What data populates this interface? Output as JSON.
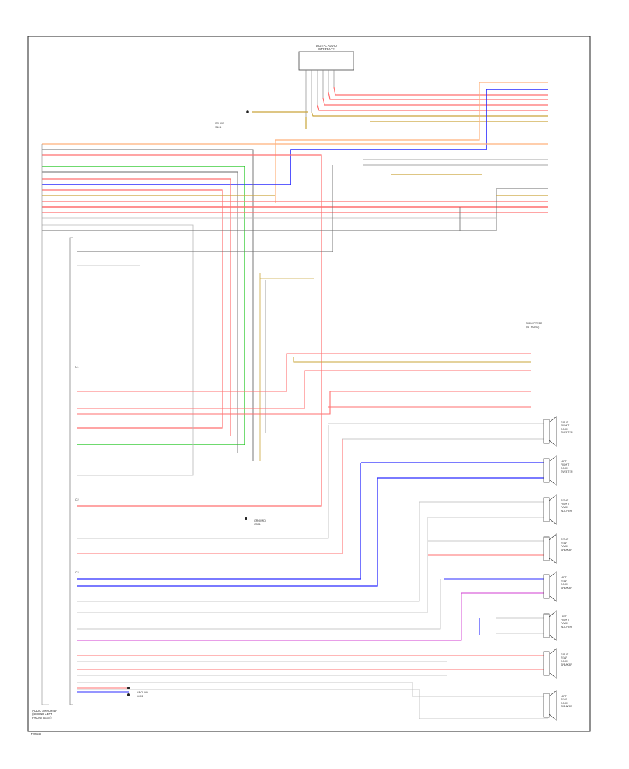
{
  "figure_id": "T70866",
  "colors": {
    "red": "#ff6f6f",
    "blue": "#2b2bff",
    "green": "#19c419",
    "orange": "#ffb07a",
    "olive": "#c9a53a",
    "pink": "#ff7fb0",
    "violet": "#c9a0e8",
    "gray": "#b8b8b8",
    "dark": "#6a6a6a",
    "magenta": "#d23cd2"
  },
  "main_module": {
    "label_lines": [
      "AUDIO AMPLIFIER",
      "(BEHIND LEFT",
      "FRONT SEAT)"
    ],
    "connector_labels": [
      "C1",
      "C2",
      "C3"
    ]
  },
  "top_connector": {
    "label_lines": [
      "DIGITAL AUDIO",
      "INTERFACE"
    ]
  },
  "speakers": [
    {
      "name": "right_front_tweeter",
      "label_lines": [
        "RIGHT",
        "FRONT",
        "DOOR",
        "TWEETER"
      ]
    },
    {
      "name": "left_front_tweeter",
      "label_lines": [
        "LEFT",
        "FRONT",
        "DOOR",
        "TWEETER"
      ]
    },
    {
      "name": "right_front_woofer",
      "label_lines": [
        "RIGHT",
        "FRONT",
        "DOOR",
        "WOOFER"
      ]
    },
    {
      "name": "right_rear_speaker",
      "label_lines": [
        "RIGHT",
        "REAR",
        "DOOR",
        "SPEAKER"
      ]
    },
    {
      "name": "left_rear_speaker",
      "label_lines": [
        "LEFT",
        "REAR",
        "DOOR",
        "SPEAKER"
      ]
    },
    {
      "name": "left_front_woofer",
      "label_lines": [
        "LEFT",
        "FRONT",
        "DOOR",
        "WOOFER"
      ]
    },
    {
      "name": "right_rear_speaker_2",
      "label_lines": [
        "RIGHT",
        "REAR",
        "DOOR",
        "SPEAKER"
      ]
    },
    {
      "name": "left_rear_speaker_2",
      "label_lines": [
        "LEFT",
        "REAR",
        "DOOR",
        "SPEAKER"
      ]
    }
  ],
  "other_labels": {
    "subwoofer": [
      "SUBWOOFER",
      "(IN TRUNK)"
    ],
    "ground_1": [
      "GROUND",
      "G301"
    ],
    "ground_2": [
      "GROUND",
      "G401"
    ],
    "splice": [
      "SPLICE",
      "S101"
    ]
  }
}
